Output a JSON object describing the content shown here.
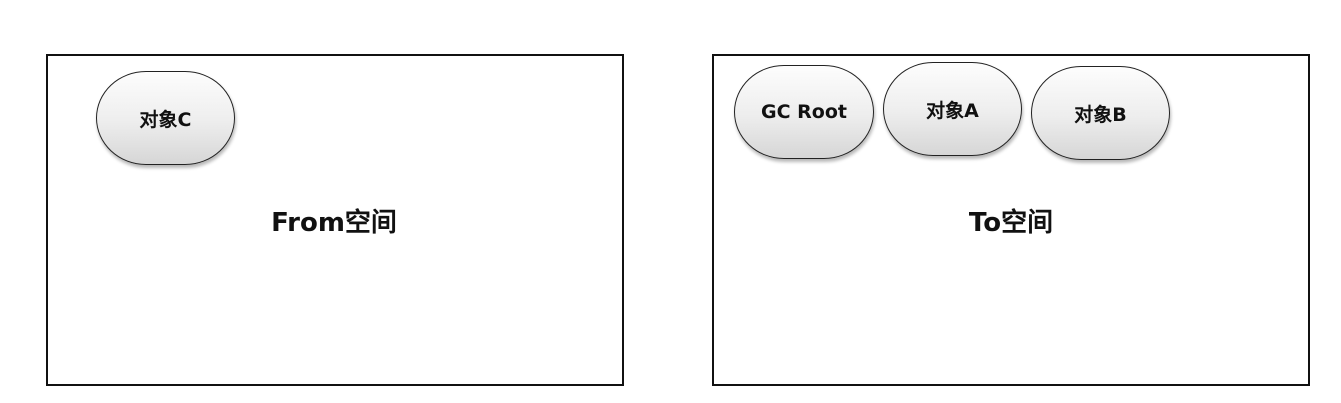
{
  "from_space": {
    "label": "From空间",
    "objects": [
      "对象C"
    ]
  },
  "to_space": {
    "label": "To空间",
    "objects": [
      "GC Root",
      "对象A",
      "对象B"
    ]
  },
  "colors": {
    "border": "#111111",
    "node_fill_top": "#fdfdfd",
    "node_fill_bottom": "#d6d6d6"
  }
}
